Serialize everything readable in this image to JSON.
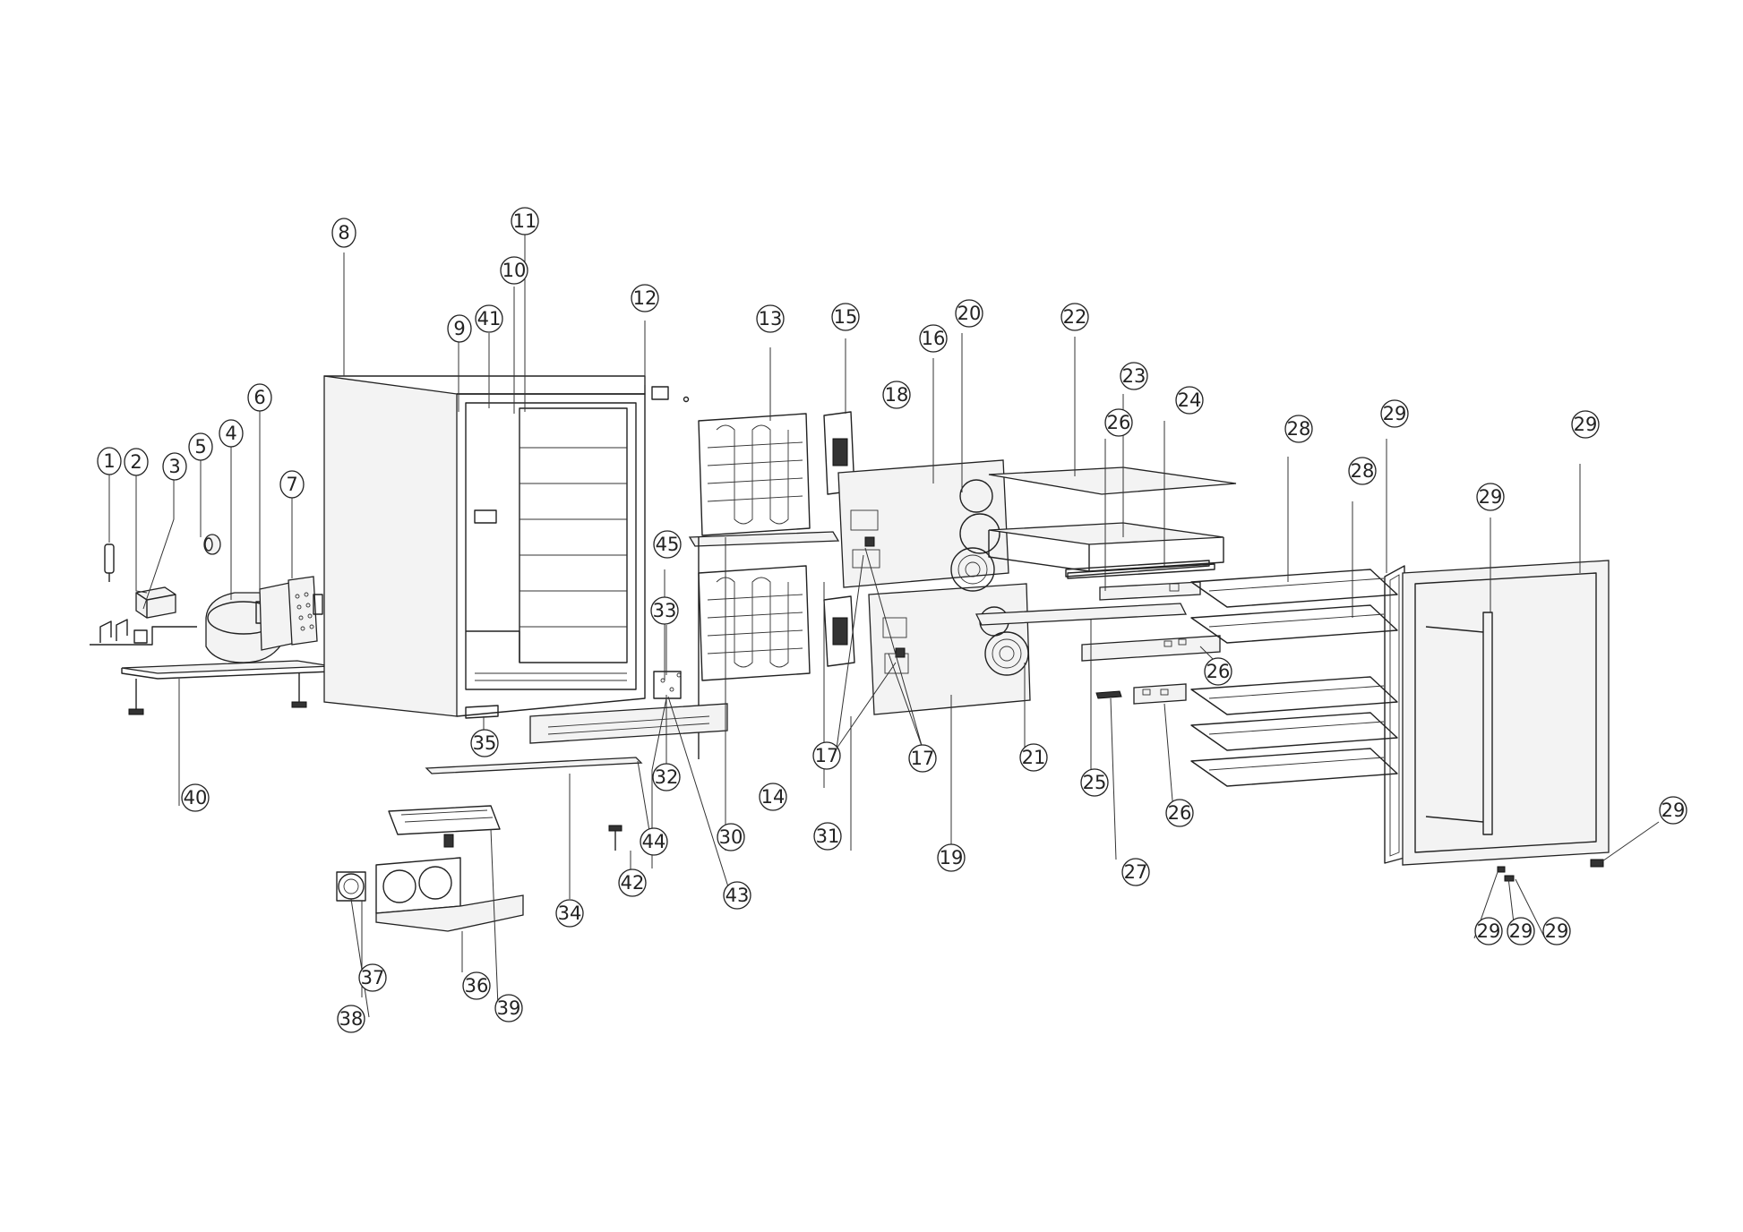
{
  "callouts": [
    {
      "id": "c1",
      "label": "1"
    },
    {
      "id": "c2",
      "label": "2"
    },
    {
      "id": "c3",
      "label": "3"
    },
    {
      "id": "c4",
      "label": "4"
    },
    {
      "id": "c5",
      "label": "5"
    },
    {
      "id": "c6",
      "label": "6"
    },
    {
      "id": "c7",
      "label": "7"
    },
    {
      "id": "c8",
      "label": "8"
    },
    {
      "id": "c9",
      "label": "9"
    },
    {
      "id": "c10",
      "label": "10"
    },
    {
      "id": "c11",
      "label": "11"
    },
    {
      "id": "c12",
      "label": "12"
    },
    {
      "id": "c13",
      "label": "13"
    },
    {
      "id": "c14",
      "label": "14"
    },
    {
      "id": "c15",
      "label": "15"
    },
    {
      "id": "c16",
      "label": "16"
    },
    {
      "id": "c17a",
      "label": "17"
    },
    {
      "id": "c17b",
      "label": "17"
    },
    {
      "id": "c18",
      "label": "18"
    },
    {
      "id": "c19",
      "label": "19"
    },
    {
      "id": "c20",
      "label": "20"
    },
    {
      "id": "c21",
      "label": "21"
    },
    {
      "id": "c22",
      "label": "22"
    },
    {
      "id": "c23",
      "label": "23"
    },
    {
      "id": "c24",
      "label": "24"
    },
    {
      "id": "c25",
      "label": "25"
    },
    {
      "id": "c26a",
      "label": "26"
    },
    {
      "id": "c26b",
      "label": "26"
    },
    {
      "id": "c26c",
      "label": "26"
    },
    {
      "id": "c27",
      "label": "27"
    },
    {
      "id": "c28a",
      "label": "28"
    },
    {
      "id": "c28b",
      "label": "28"
    },
    {
      "id": "c29a",
      "label": "29"
    },
    {
      "id": "c29b",
      "label": "29"
    },
    {
      "id": "c29c",
      "label": "29"
    },
    {
      "id": "c29d",
      "label": "29"
    },
    {
      "id": "c29e",
      "label": "29"
    },
    {
      "id": "c29f",
      "label": "29"
    },
    {
      "id": "c29g",
      "label": "29"
    },
    {
      "id": "c30",
      "label": "30"
    },
    {
      "id": "c31",
      "label": "31"
    },
    {
      "id": "c32",
      "label": "32"
    },
    {
      "id": "c33",
      "label": "33"
    },
    {
      "id": "c34",
      "label": "34"
    },
    {
      "id": "c35",
      "label": "35"
    },
    {
      "id": "c36",
      "label": "36"
    },
    {
      "id": "c37",
      "label": "37"
    },
    {
      "id": "c38",
      "label": "38"
    },
    {
      "id": "c39",
      "label": "39"
    },
    {
      "id": "c40",
      "label": "40"
    },
    {
      "id": "c41",
      "label": "41"
    },
    {
      "id": "c42",
      "label": "42"
    },
    {
      "id": "c43",
      "label": "43"
    },
    {
      "id": "c44",
      "label": "44"
    },
    {
      "id": "c45",
      "label": "45"
    }
  ],
  "colors": {
    "line": "#222222",
    "background": "#ffffff"
  }
}
